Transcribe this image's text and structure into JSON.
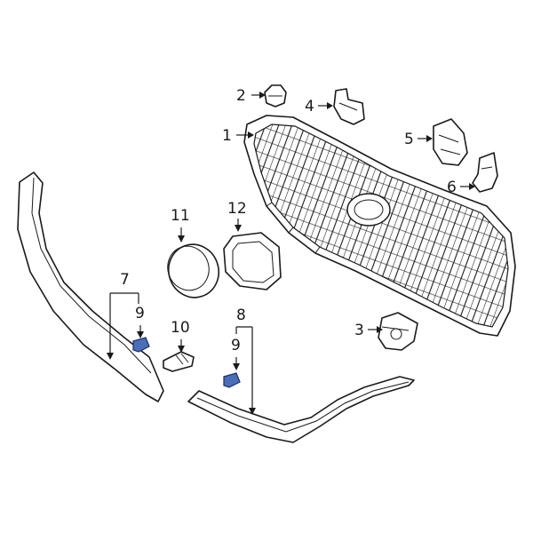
{
  "callouts": {
    "c1": "1",
    "c2": "2",
    "c3": "3",
    "c4": "4",
    "c5": "5",
    "c6": "6",
    "c7": "7",
    "c8": "8",
    "c9a": "9",
    "c9b": "9",
    "c10": "10",
    "c11": "11",
    "c12": "12"
  },
  "colors": {
    "highlight_part": "#4a6fb8",
    "line": "#1a1a1a"
  }
}
